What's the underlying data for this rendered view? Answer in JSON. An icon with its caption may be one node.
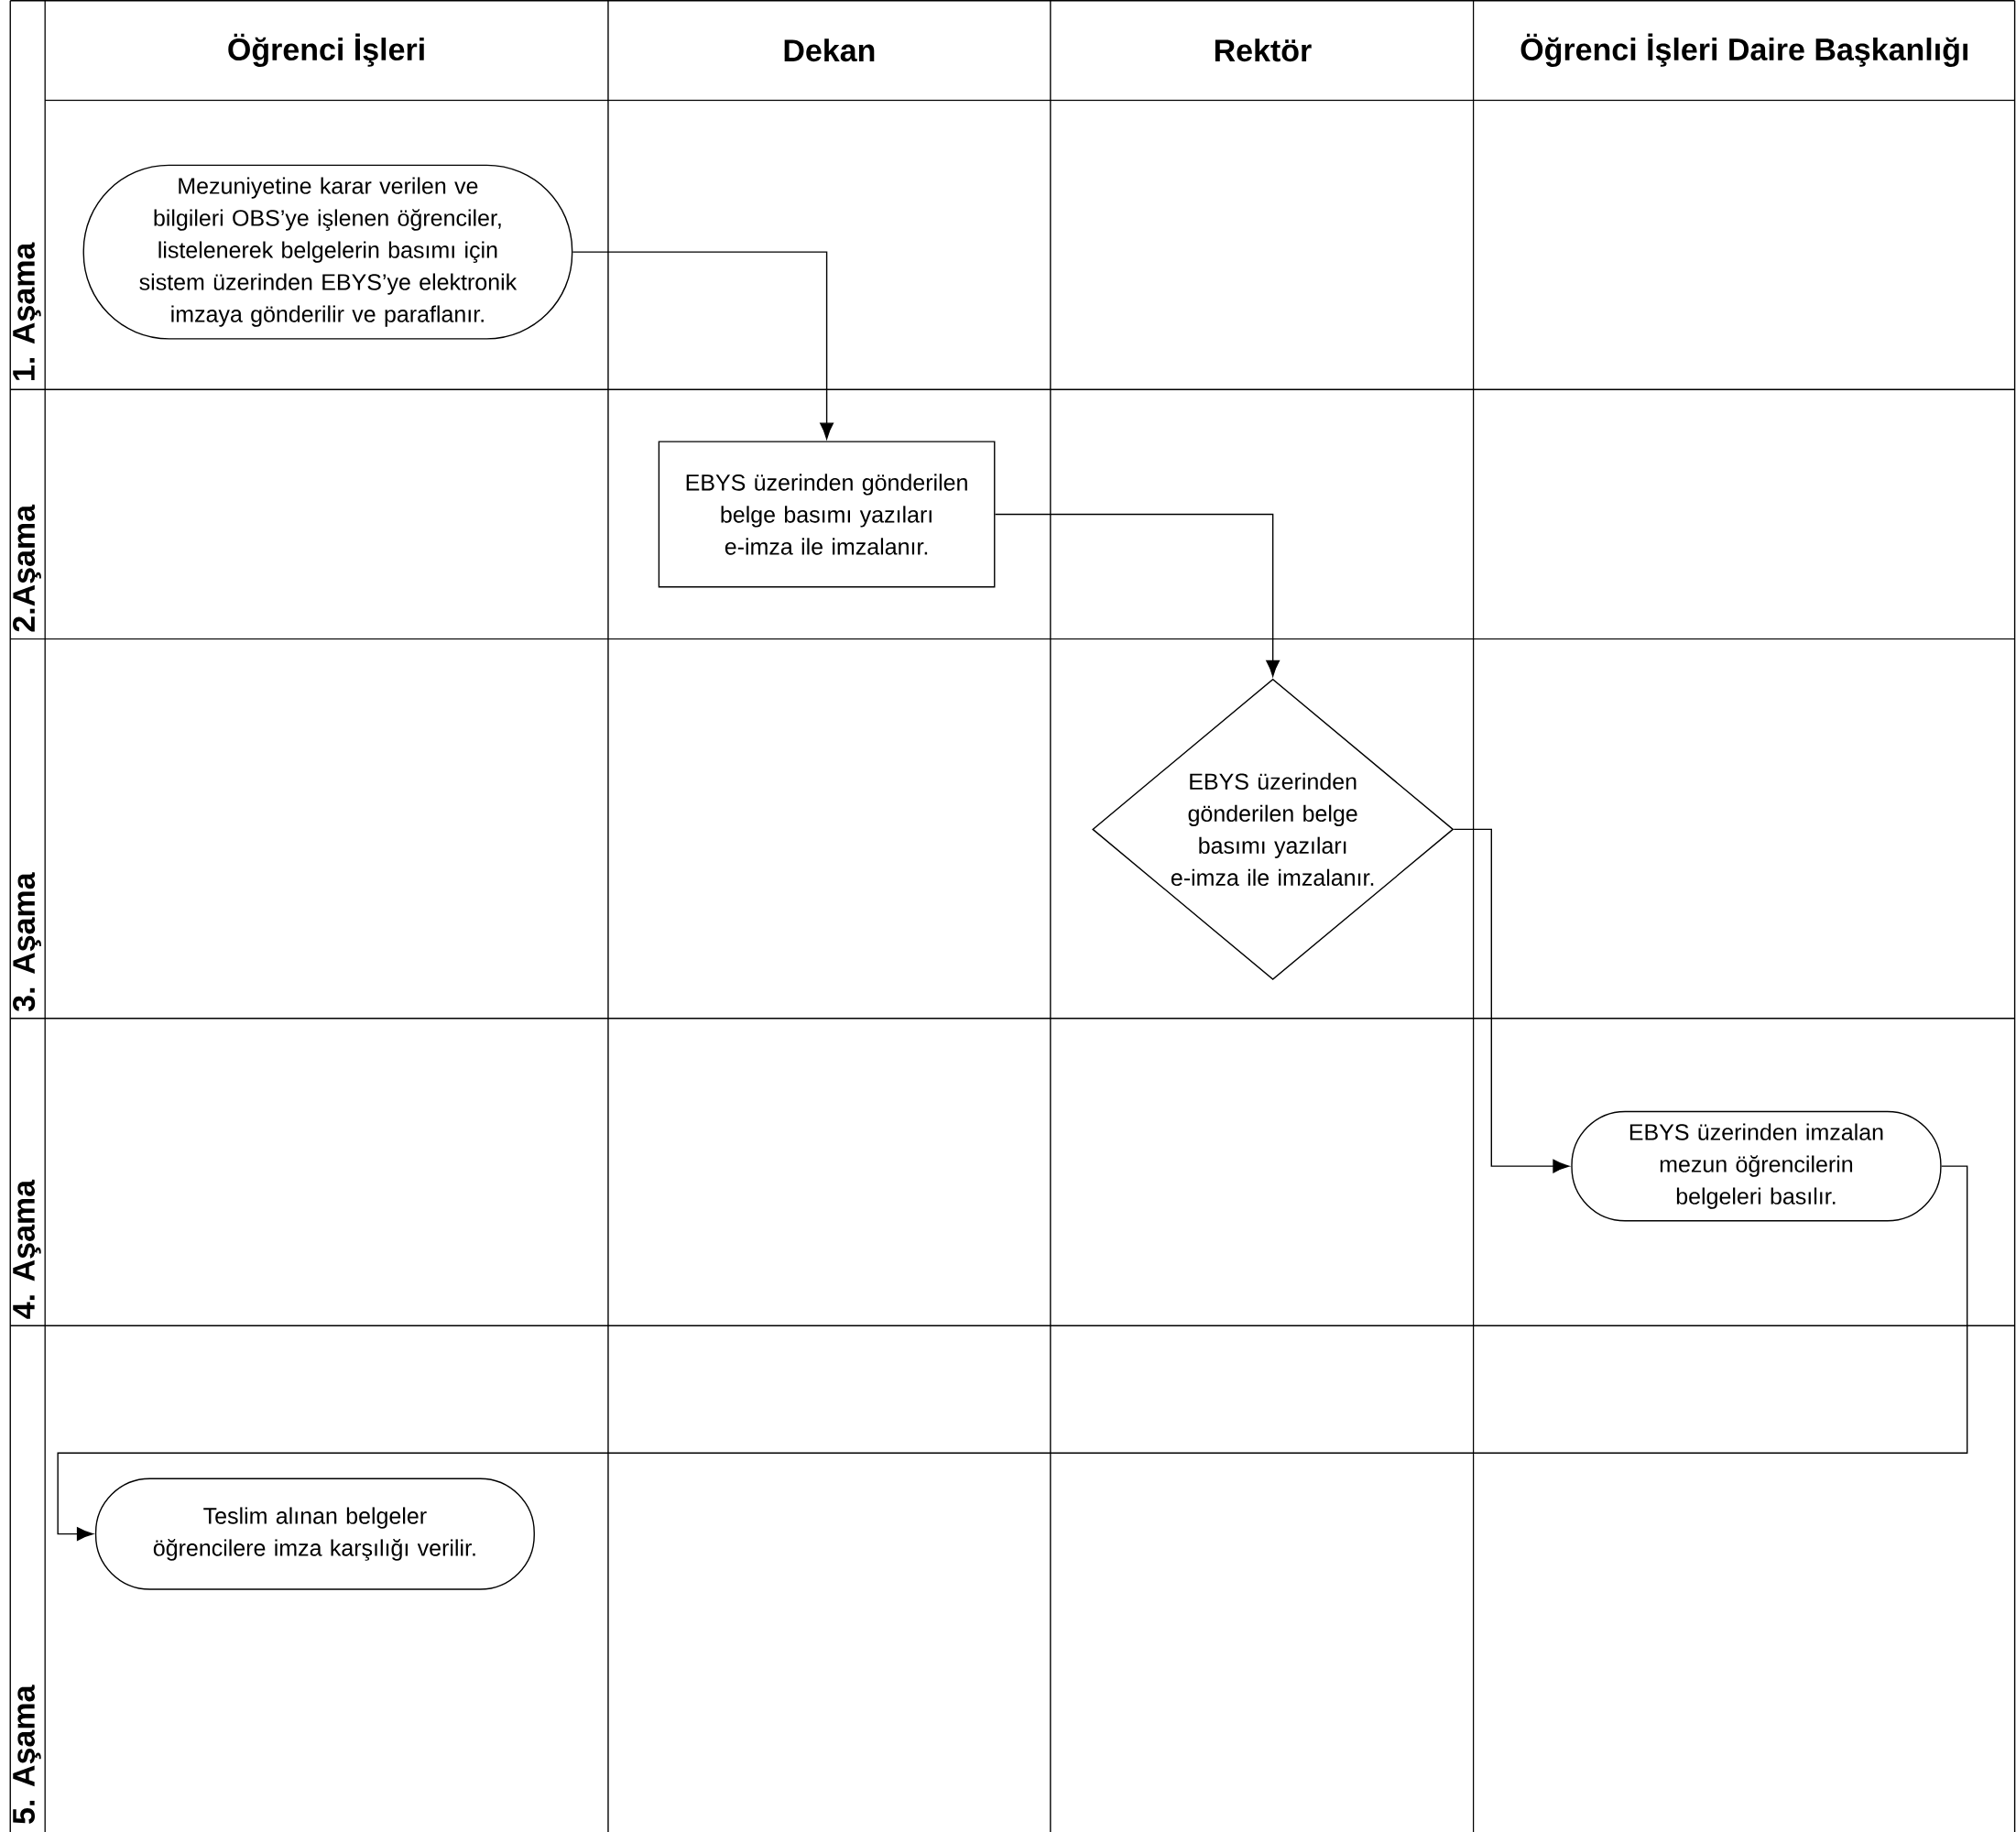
{
  "diagram": {
    "nodes": [
      {
        "text": [
          "Öğrenci İşleri"
        ]
      },
      {
        "text": [
          "Dekan"
        ]
      },
      {
        "text": [
          "Rektör"
        ]
      },
      {
        "text": [
          "Öğrenci İşleri Daire Başkanlığı"
        ]
      },
      {
        "text": [
          "1. Aşama"
        ]
      },
      {
        "text": [
          "2.Aşama"
        ]
      },
      {
        "text": [
          "3. Aşama"
        ]
      },
      {
        "text": [
          "4. Aşama"
        ]
      },
      {
        "text": [
          "5. Aşama"
        ]
      },
      {
        "text": [
          "Mezuniyetine karar verilen ve bilgileri OBS’ye işlenen öğrenciler, listelenerek belgelerin basımı için sistem üzerinden EBYS’ye elektronik imzaya gönderilir ve paraflanır."
        ]
      },
      {
        "text": [
          "EBYS üzerinden gönderilen belge basımı yazıları e-imza ile imzalanır."
        ]
      },
      {
        "text": [
          "EBYS üzerinden gönderilen belge basımı yazıları e-imza ile imzalanır."
        ]
      },
      {
        "text": [
          "EBYS üzerinden imzalan mezun öğrencilerin belgeleri basılır."
        ]
      },
      {
        "text": [
          "Teslim alınan belgeler öğrencilere imza karşılığı verilir."
        ]
      }
    ],
    "edges": [
      {
        "from": 9,
        "to": 10,
        "arrow": "to"
      },
      {
        "from": 10,
        "to": 11,
        "arrow": "to"
      },
      {
        "from": 11,
        "to": 12,
        "arrow": "to"
      },
      {
        "from": 12,
        "to": 13,
        "arrow": "to"
      }
    ]
  }
}
